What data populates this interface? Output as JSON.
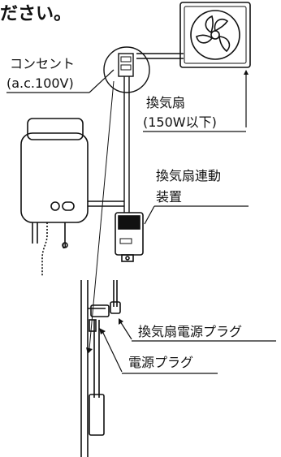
{
  "heading_fragment": "ださい。",
  "labels": {
    "outlet_line1": "コンセント",
    "outlet_line2": "(a.c.100V)",
    "fan_line1": "換気扇",
    "fan_line2": "(150W以下)",
    "interlock_line1": "換気扇連動",
    "interlock_line2": "装置",
    "fan_power_plug": "換気扇電源プラグ",
    "power_plug": "電源プラグ"
  },
  "icons": [
    "ventilation-fan-icon",
    "water-heater-icon",
    "interlock-device-icon",
    "outlet-icon"
  ]
}
